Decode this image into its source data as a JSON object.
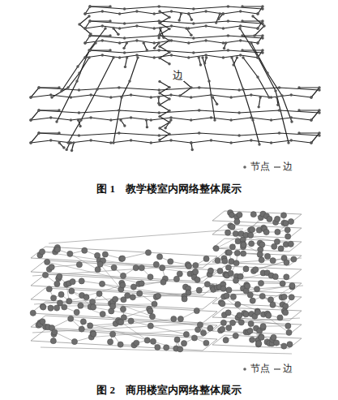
{
  "diagram": {
    "labels": [
      "边",
      "图 1　教学楼室内网络整体展示",
      "图 2　商用楼室内网络整体展示"
    ],
    "legend": [
      {
        "text": "节点"
      },
      {
        "text": "边"
      },
      {
        "text": "节点"
      },
      {
        "text": "边"
      }
    ]
  }
}
